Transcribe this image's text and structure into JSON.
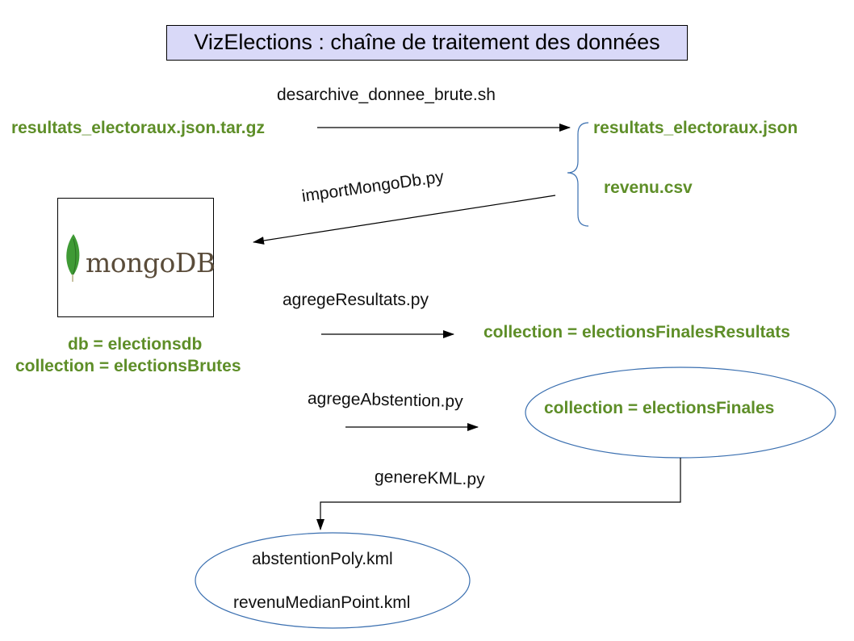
{
  "title": "VizElections : chaîne de traitement des données",
  "files": {
    "archive": "resultats_electoraux.json.tar.gz",
    "json": "resultats_electoraux.json",
    "csv": "revenu.csv"
  },
  "scripts": {
    "desarchive": "desarchive_donnee_brute.sh",
    "import": "importMongoDb.py",
    "agrege_resultats": "agregeResultats.py",
    "agrege_abstention": "agregeAbstention.py",
    "genere_kml": "genereKML.py"
  },
  "mongo": {
    "logo_text": "mongoDB",
    "db": "db = electionsdb",
    "collection": "collection = electionsBrutes"
  },
  "collections": {
    "finales_resultats": "collection = electionsFinalesResultats",
    "finales": "collection = electionsFinales"
  },
  "outputs": {
    "abstention": "abstentionPoly.kml",
    "revenu": "revenuMedianPoint.kml"
  },
  "colors": {
    "green_text": "#5e8e28",
    "title_bg": "#d9d9f8",
    "blue_shape": "#3a6fb0",
    "leaf": "#3f9a35"
  }
}
